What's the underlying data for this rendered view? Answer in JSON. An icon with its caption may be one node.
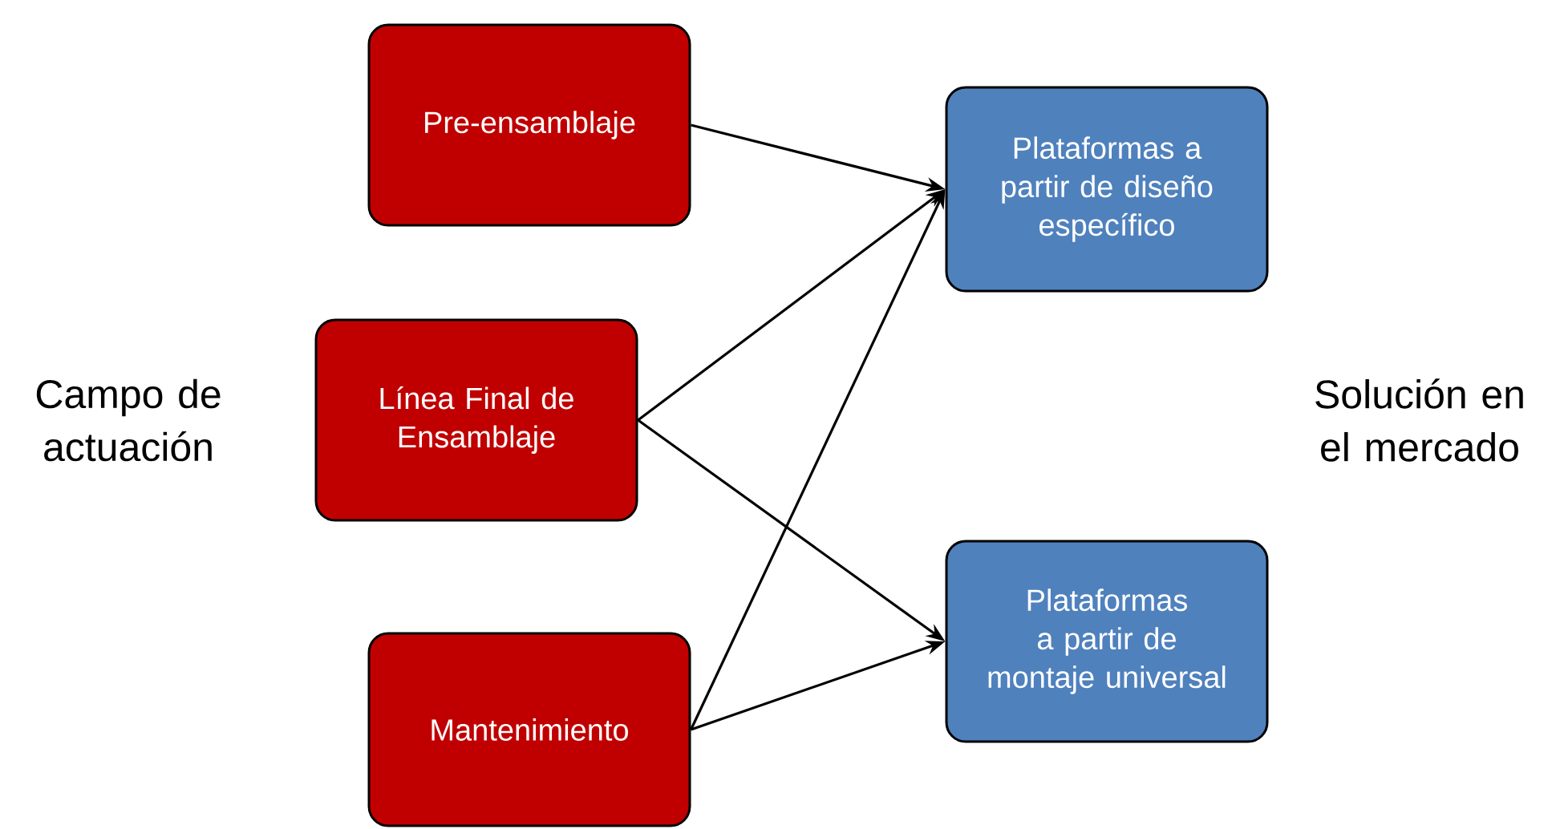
{
  "diagram": {
    "nodes": [
      {
        "text": [
          "Pre-ensamblaje"
        ]
      },
      {
        "text": [
          "Línea Final de Ensamblaje"
        ]
      },
      {
        "text": [
          "Mantenimiento"
        ]
      },
      {
        "text": [
          "Plataformas a partir de diseño específico"
        ]
      },
      {
        "text": [
          "Plataformas a partir de montaje universal"
        ]
      }
    ],
    "edges": [
      {
        "from": 0,
        "to": 3,
        "arrow": "to"
      },
      {
        "from": 1,
        "to": 3,
        "arrow": "to"
      },
      {
        "from": 1,
        "to": 4,
        "arrow": "to"
      },
      {
        "from": 2,
        "to": 3,
        "arrow": "to"
      },
      {
        "from": 2,
        "to": 4,
        "arrow": "to"
      }
    ],
    "labels": [
      "Campo de actuación",
      "Solución en el mercado"
    ]
  }
}
